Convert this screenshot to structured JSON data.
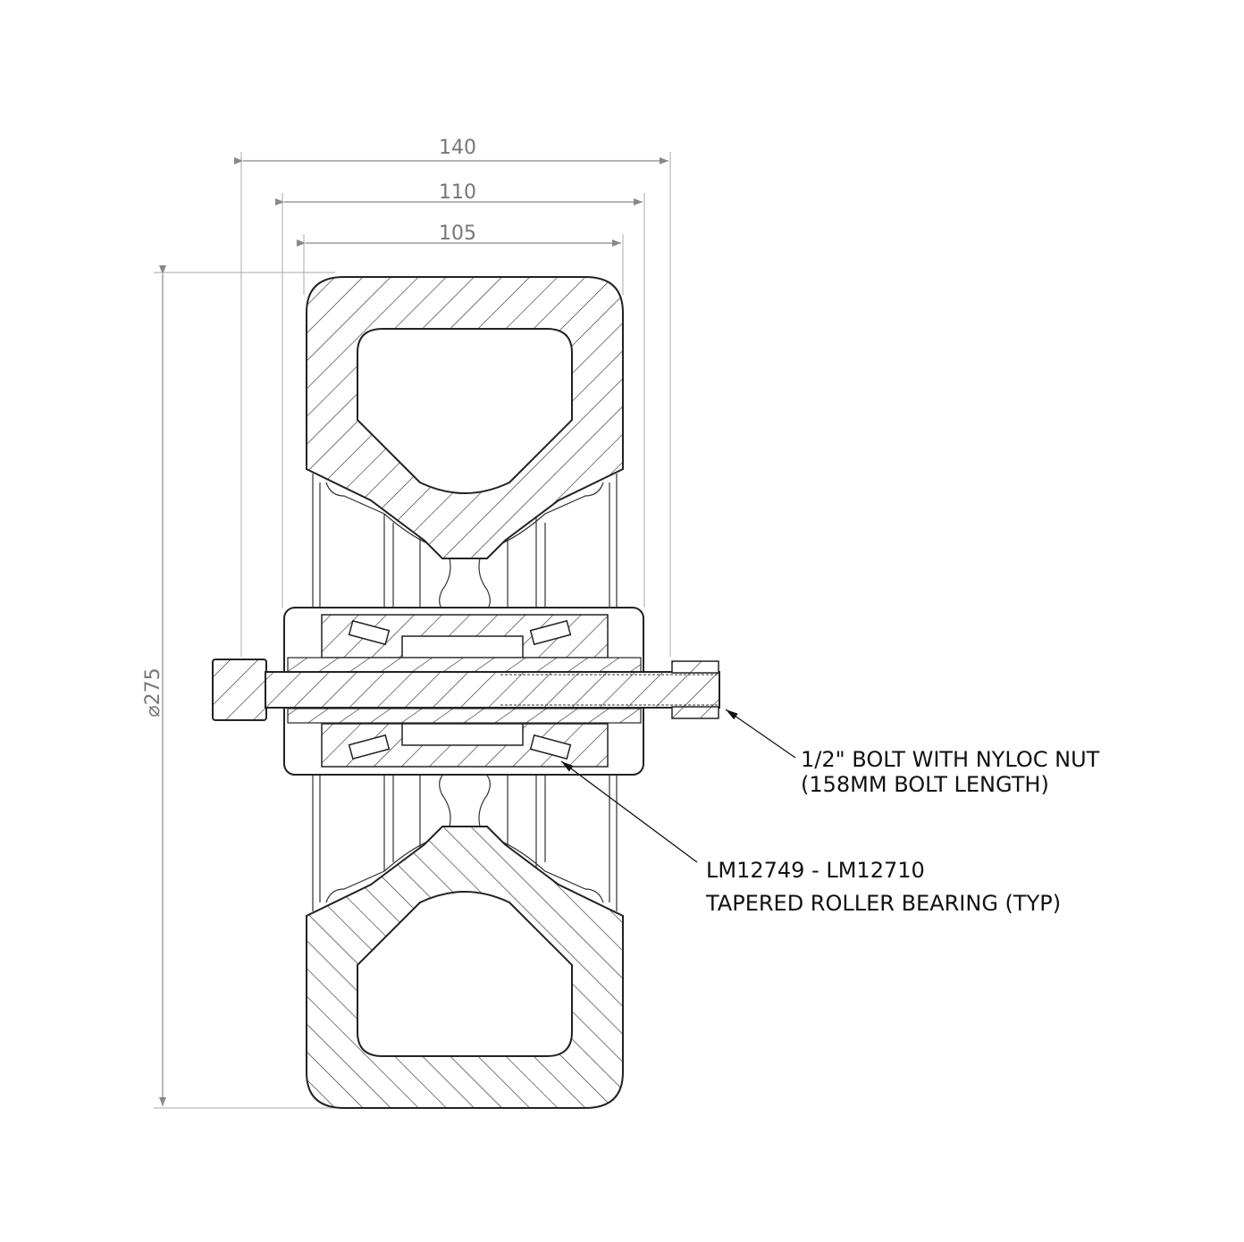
{
  "dimensions": {
    "overall_width": "140",
    "hub_width": "110",
    "tire_width": "105",
    "diameter": "⌀275"
  },
  "notes": {
    "bolt": {
      "line1": "1/2\" BOLT WITH NYLOC NUT",
      "line2": "(158MM BOLT LENGTH)"
    },
    "bearing": {
      "line1": "LM12749 - LM12710",
      "line2": "TAPERED ROLLER BEARING (TYP)"
    }
  }
}
